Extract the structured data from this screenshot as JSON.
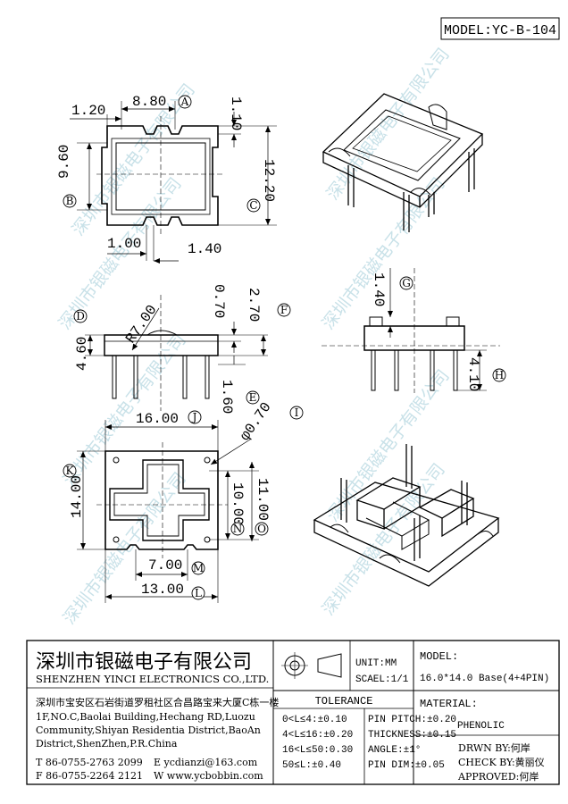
{
  "model_header": "MODEL:YC-B-104",
  "watermark": "深圳市银磁电子有限公司",
  "dimensions": {
    "top_view": [
      "8.80",
      "1.10",
      "1.20",
      "9.60",
      "12.20",
      "1.00",
      "1.40"
    ],
    "side_view": [
      "0.70",
      "2.70",
      "R7.00",
      "4.60",
      "1.60"
    ],
    "side_view_right": [
      "1.40",
      "4.10"
    ],
    "bottom_view": [
      "16.00",
      "φ0.70",
      "14.00",
      "10.00",
      "11.00",
      "7.00",
      "13.00"
    ]
  },
  "markers": [
    "A",
    "B",
    "C",
    "D",
    "E",
    "F",
    "G",
    "H",
    "I",
    "J",
    "K",
    "L",
    "M",
    "N",
    "O"
  ],
  "company": {
    "name_cn": "深圳市银磁电子有限公司",
    "name_en": "SHENZHEN YINCI ELECTRONICS CO.,LTD.",
    "address_cn": "深圳市宝安区石岩街道罗租社区合昌路宝来大厦C栋一楼",
    "address_en_1": "1F,NO.C,Baolai Building,Hechang RD,Luozu",
    "address_en_2": "Community,Shiyan Residentia District,BaoAn",
    "address_en_3": "District,ShenZhen,P.R.China",
    "tel": "T 86-0755-2763 2099",
    "fax": "F 86-0755-2264 2121",
    "email": "E ycdianzi@163.com",
    "web": "W www.ycbobbin.com"
  },
  "units": {
    "unit": "UNIT:MM",
    "scale": "SCAEL:1/1"
  },
  "model": {
    "label": "MODEL:",
    "value": "16.0*14.0 Base(4+4PIN)"
  },
  "tolerance": {
    "title": "TOLERANCE",
    "left": [
      "0<L≤4:±0.10",
      "4<L≤16:±0.20",
      "16<L≤50:0.30",
      "50≤L:±0.40"
    ],
    "right": [
      "PIN PITCH:±0.20",
      "THICKNESS:±0.15",
      "ANGLE:±1°",
      "PIN DIM:±0.05"
    ]
  },
  "material": {
    "label": "MATERIAL:",
    "value": "PHENOLIC"
  },
  "signoff": {
    "drawn": "DRWN BY:何岸",
    "checked": "CHECK BY:黄丽仪",
    "approved": "APPROVED:何岸"
  }
}
